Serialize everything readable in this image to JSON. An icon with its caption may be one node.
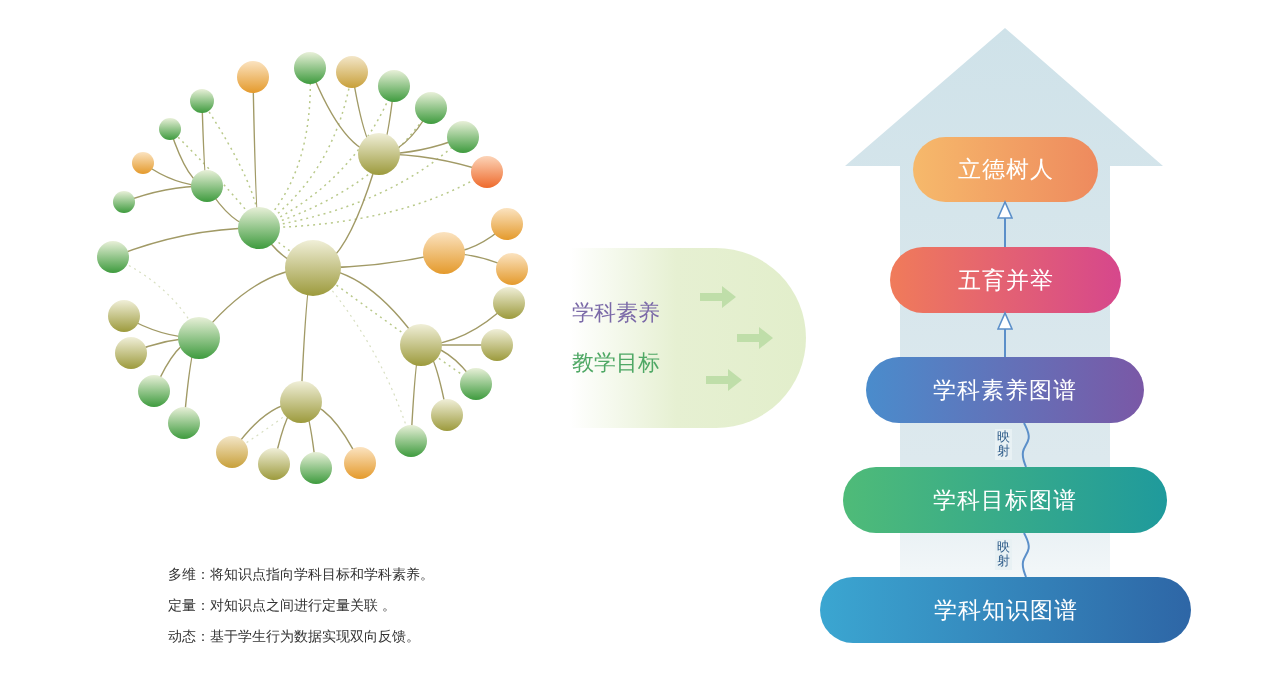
{
  "diagram": {
    "nodes": [
      {
        "text": [
          "学科素养",
          "教学目标"
        ]
      },
      {
        "text": [
          "立德树人"
        ]
      },
      {
        "text": [
          "五育并举"
        ]
      },
      {
        "text": [
          "学科素养图谱"
        ]
      },
      {
        "text": [
          "学科目标图谱"
        ]
      },
      {
        "text": [
          "学科知识图谱"
        ]
      }
    ],
    "edges": [
      {
        "from": 2,
        "to": 1,
        "arrow": "to"
      },
      {
        "from": 3,
        "to": 2,
        "arrow": "to"
      },
      {
        "from": 4,
        "to": 3,
        "arrow": "none",
        "label": "映射"
      },
      {
        "from": 5,
        "to": 4,
        "arrow": "none",
        "label": "映射"
      }
    ],
    "labels": [
      "多维：将知识点指向学科目标和学科素养。",
      "定量：对知识点之间进行定量关联 。",
      "动态：基于学生行为数据实现双向反馈。"
    ]
  }
}
